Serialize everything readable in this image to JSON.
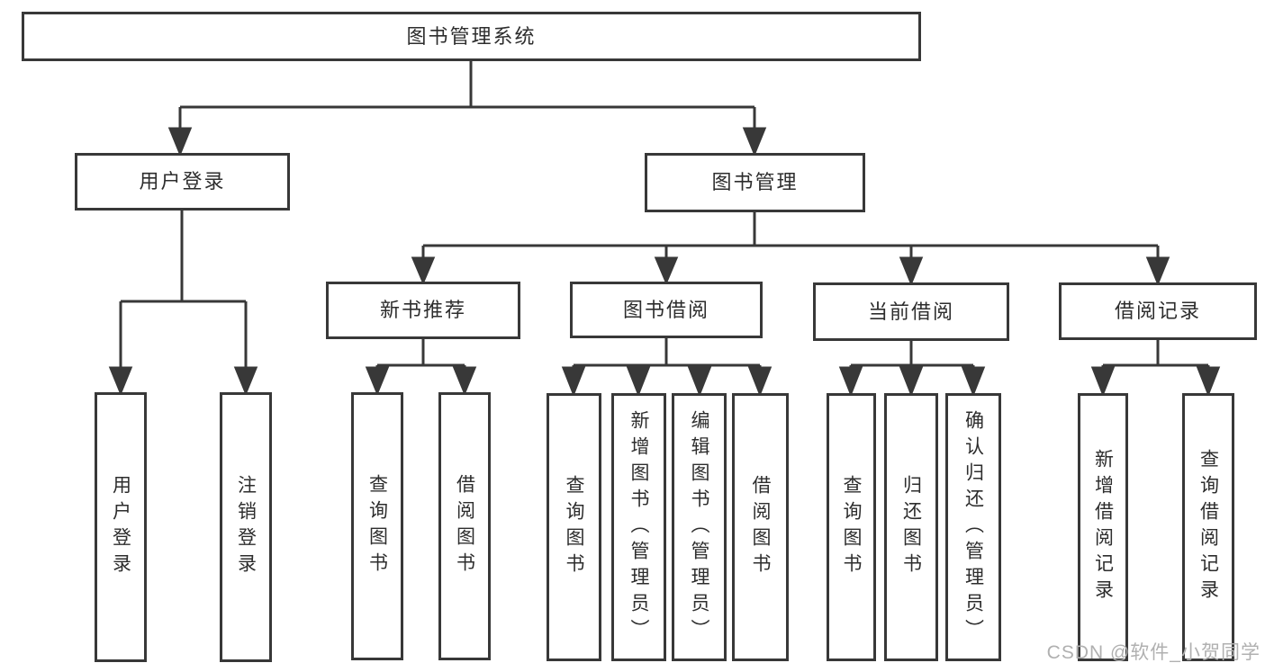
{
  "title": "图书管理系统",
  "level2": [
    {
      "label": "用户登录",
      "children": [
        "用户登录",
        "注销登录"
      ]
    },
    {
      "label": "图书管理",
      "children": [
        {
          "label": "新书推荐",
          "children": [
            "查询图书",
            "借阅图书"
          ]
        },
        {
          "label": "图书借阅",
          "children": [
            "查询图书",
            "新增图书（管理员）",
            "编辑图书（管理员）",
            "借阅图书"
          ]
        },
        {
          "label": "当前借阅",
          "children": [
            "查询图书",
            "归还图书",
            "确认归还（管理员）"
          ]
        },
        {
          "label": "借阅记录",
          "children": [
            "新增借阅记录",
            "查询借阅记录"
          ]
        }
      ]
    }
  ],
  "watermark": {
    "text": "CSDN @软件_小贺同学",
    "color": "#b0b0b0"
  },
  "colors": {
    "line": "#383838",
    "border": "#383838",
    "text": "#2d2d2d",
    "background": "#ffffff"
  }
}
